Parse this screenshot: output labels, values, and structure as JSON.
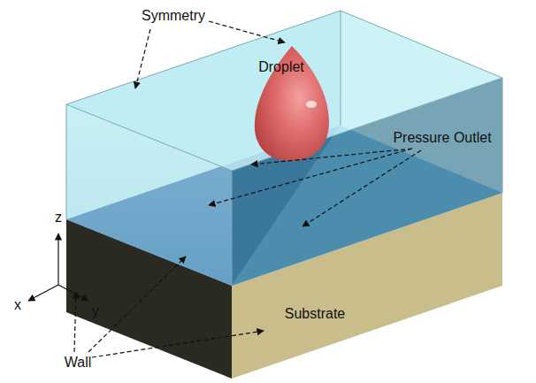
{
  "diagram": {
    "labels": [
      "Symmetry",
      "Droplet",
      "Pressure Outlet",
      "z",
      "x",
      "y",
      "Substrate",
      "Wall"
    ]
  }
}
